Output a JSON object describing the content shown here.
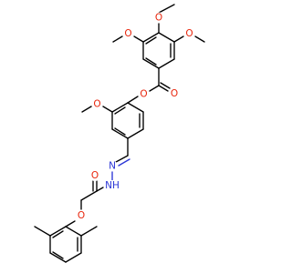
{
  "molecule": {
    "colors": {
      "carbon": "#000000",
      "oxygen": "#e8250c",
      "nitrogen": "#2b36d6",
      "background": "#ffffff"
    },
    "atoms": {
      "o_top_methoxy": "O",
      "o_left_methoxy": "O",
      "o_right_methoxy": "O",
      "o_ester_carbonyl": "O",
      "o_ester_link": "O",
      "o_vanillyl_methoxy": "O",
      "n_imine": "N",
      "n_hydrazide": "NH",
      "o_amide_carbonyl": "O",
      "o_aryloxy": "O"
    }
  }
}
